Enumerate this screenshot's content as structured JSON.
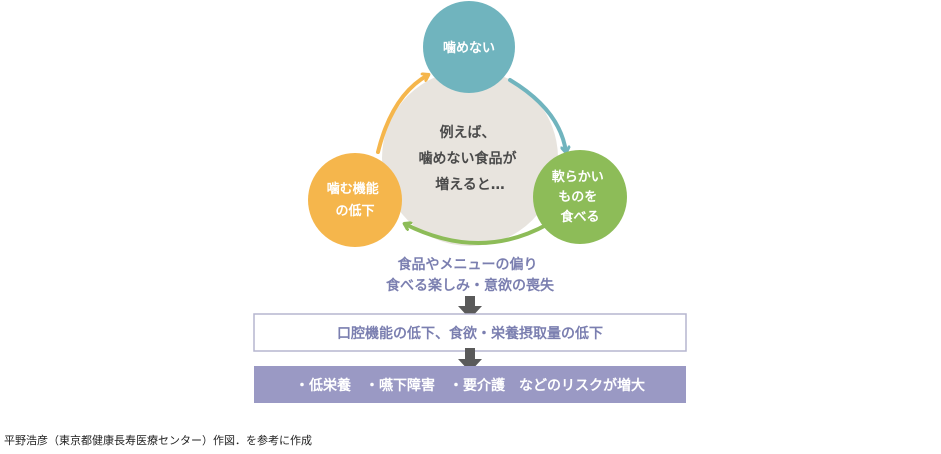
{
  "colors": {
    "teal": "#70b4be",
    "orange": "#f5b64c",
    "green": "#8dbc58",
    "center": "#e8e4de",
    "purple_text": "#7b7fb0",
    "box_border": "#b5b5cf",
    "box_fill": "#9a99c4",
    "arrow": "#5a5a5a"
  },
  "cycle": {
    "center_lines": [
      "例えば、",
      "噛めない食品が",
      "増えると…"
    ],
    "nodes": [
      {
        "id": "cant-chew",
        "lines": [
          "噛めない"
        ]
      },
      {
        "id": "eat-soft",
        "lines": [
          "軟らかい",
          "ものを",
          "食べる"
        ]
      },
      {
        "id": "chew-decline",
        "lines": [
          "噛む機能",
          "の低下"
        ]
      }
    ]
  },
  "note": {
    "lines": [
      "食品やメニューの偏り",
      "食べる楽しみ・意欲の喪失"
    ]
  },
  "box1": {
    "text": "口腔機能の低下、食欲・栄養摂取量の低下"
  },
  "box2": {
    "text": "・低栄養　・嚥下障害　・要介護　などのリスクが増大"
  },
  "source": "平野浩彦（東京都健康長寿医療センター）作図．を参考に作成"
}
